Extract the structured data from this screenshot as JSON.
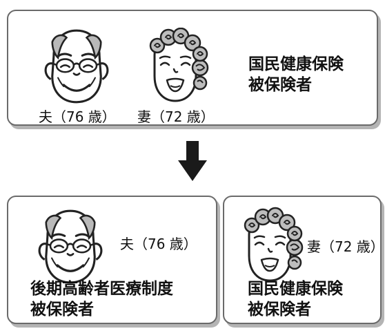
{
  "before": {
    "husband_caption": "夫（76 歳）",
    "wife_caption": "妻（72 歳）",
    "status_line1": "国民健康保険",
    "status_line2": "被保険者"
  },
  "after": {
    "husband": {
      "caption": "夫（76 歳）",
      "status_line1": "後期高齢者医療制度",
      "status_line2": "被保険者"
    },
    "wife": {
      "caption": "妻（72 歳）",
      "status_line1": "国民健康保険",
      "status_line2": "被保険者"
    }
  },
  "icons": {
    "husband_face": "elderly-man-with-glasses-icon",
    "wife_face": "elderly-woman-with-curly-hair-icon",
    "transition_arrow": "down-arrow-icon"
  }
}
